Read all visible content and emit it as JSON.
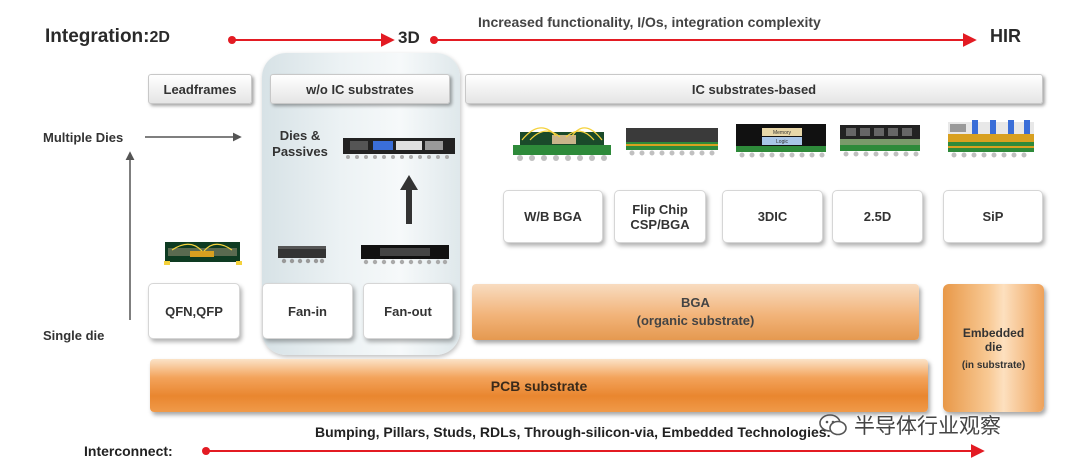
{
  "header": {
    "integration_label": "Integration:",
    "stage_2d": "2D",
    "stage_3d": "3D",
    "stage_hir": "HIR",
    "top_note": "Increased functionality, I/Os, integration complexity"
  },
  "categories": {
    "leadframes": "Leadframes",
    "wo_ic_substrates": "w/o IC substrates",
    "ic_substrates_based": "IC substrates-based"
  },
  "axis": {
    "multiple_dies": "Multiple Dies",
    "single_die": "Single die",
    "dies_passives_line1": "Dies &",
    "dies_passives_line2": "Passives"
  },
  "packages": {
    "qfn": "QFN,QFP",
    "fan_in": "Fan-in",
    "fan_out": "Fan-out",
    "wb_bga": "W/B BGA",
    "flip_chip_line1": "Flip Chip",
    "flip_chip_line2": "CSP/BGA",
    "tdic": "3DIC",
    "two_five_d": "2.5D",
    "sip": "SiP",
    "memory_line1": "Memory",
    "memory_line2": "Logic"
  },
  "substrates": {
    "bga_line1": "BGA",
    "bga_line2": "(organic substrate)",
    "embedded_line1": "Embedded",
    "embedded_line2": "die",
    "embedded_line3": "(in substrate)",
    "pcb": "PCB substrate"
  },
  "footer": {
    "bumping_note": "Bumping, Pillars, Studs, RDLs, Through-silicon-via, Embedded Technologies.",
    "interconnect_label": "Interconnect:",
    "watermark": "半导体行业观察"
  },
  "colors": {
    "arrow_red": "#e31b23",
    "orange": "#f0a050"
  }
}
